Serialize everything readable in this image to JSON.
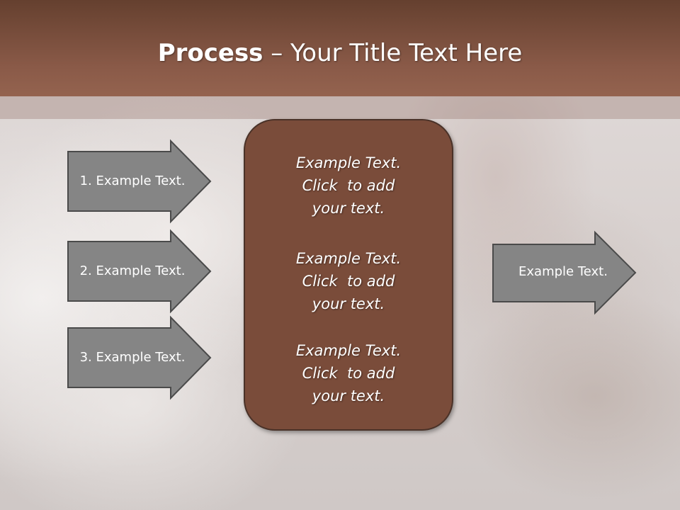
{
  "slide": {
    "title_bold": "Process",
    "title_rest": " – Your Title Text Here"
  },
  "inputs": [
    {
      "label": "1. Example Text."
    },
    {
      "label": "2. Example Text."
    },
    {
      "label": "3. Example Text."
    }
  ],
  "output": {
    "label": "Example Text."
  },
  "center": {
    "paragraphs": [
      {
        "line1": "Example Text.",
        "line2": "Click  to add",
        "line3": "your text."
      },
      {
        "line1": "Example Text.",
        "line2": "Click  to add",
        "line3": "your text."
      },
      {
        "line1": "Example Text.",
        "line2": "Click  to add",
        "line3": "your text."
      }
    ]
  },
  "colors": {
    "title_band": "#8a5a48",
    "center_box": "#7a4c3a",
    "arrow_fill": "#858585",
    "arrow_stroke": "#4a4a4a"
  }
}
